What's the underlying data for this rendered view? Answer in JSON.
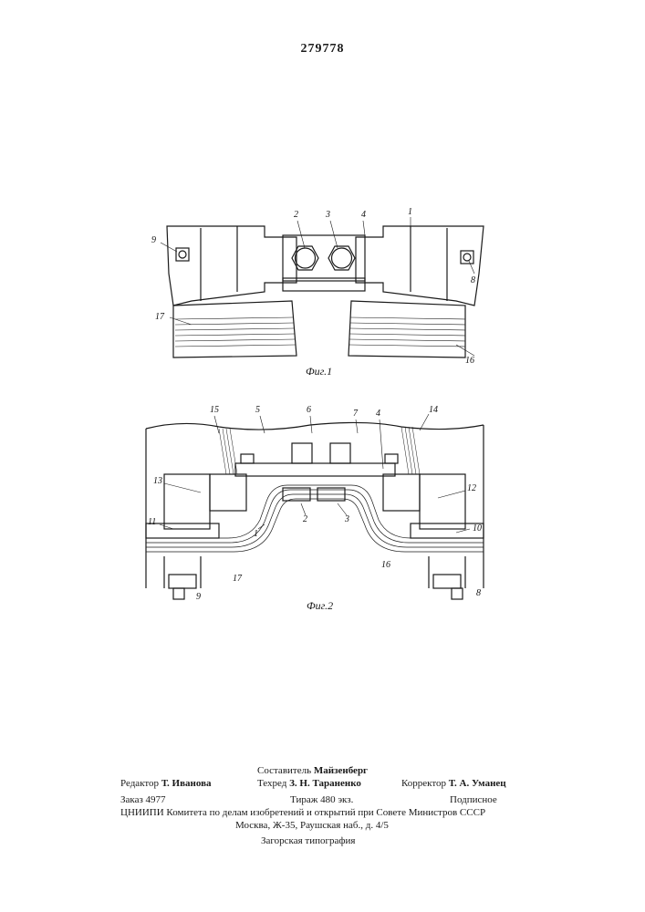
{
  "document": {
    "patent_number": "279778"
  },
  "figures": {
    "fig1": {
      "caption": "Фиг.1",
      "labels": [
        "1",
        "2",
        "3",
        "4",
        "8",
        "9",
        "16",
        "17"
      ]
    },
    "fig2": {
      "caption": "Фиг.2",
      "labels": [
        "1",
        "2",
        "3",
        "4",
        "5",
        "6",
        "7",
        "8",
        "9",
        "10",
        "11",
        "12",
        "13",
        "14",
        "15",
        "16",
        "17"
      ]
    }
  },
  "imprint": {
    "compiler_label": "Составитель",
    "compiler_name": "Майзенберг",
    "editor_label": "Редактор",
    "editor_name": "Т. Иванова",
    "techred_label": "Техред",
    "techred_name": "З. Н. Тараненко",
    "corrector_label": "Корректор",
    "corrector_name": "Т. А. Уманец",
    "order": "Заказ 4977",
    "circulation": "Тираж 480 экз.",
    "subscription": "Подписное",
    "institute": "ЦНИИПИ Комитета по делам изобретений и открытий при Совете Министров СССР",
    "address": "Москва, Ж-35, Раушская наб., д. 4/5",
    "printer": "Загорская типография"
  }
}
